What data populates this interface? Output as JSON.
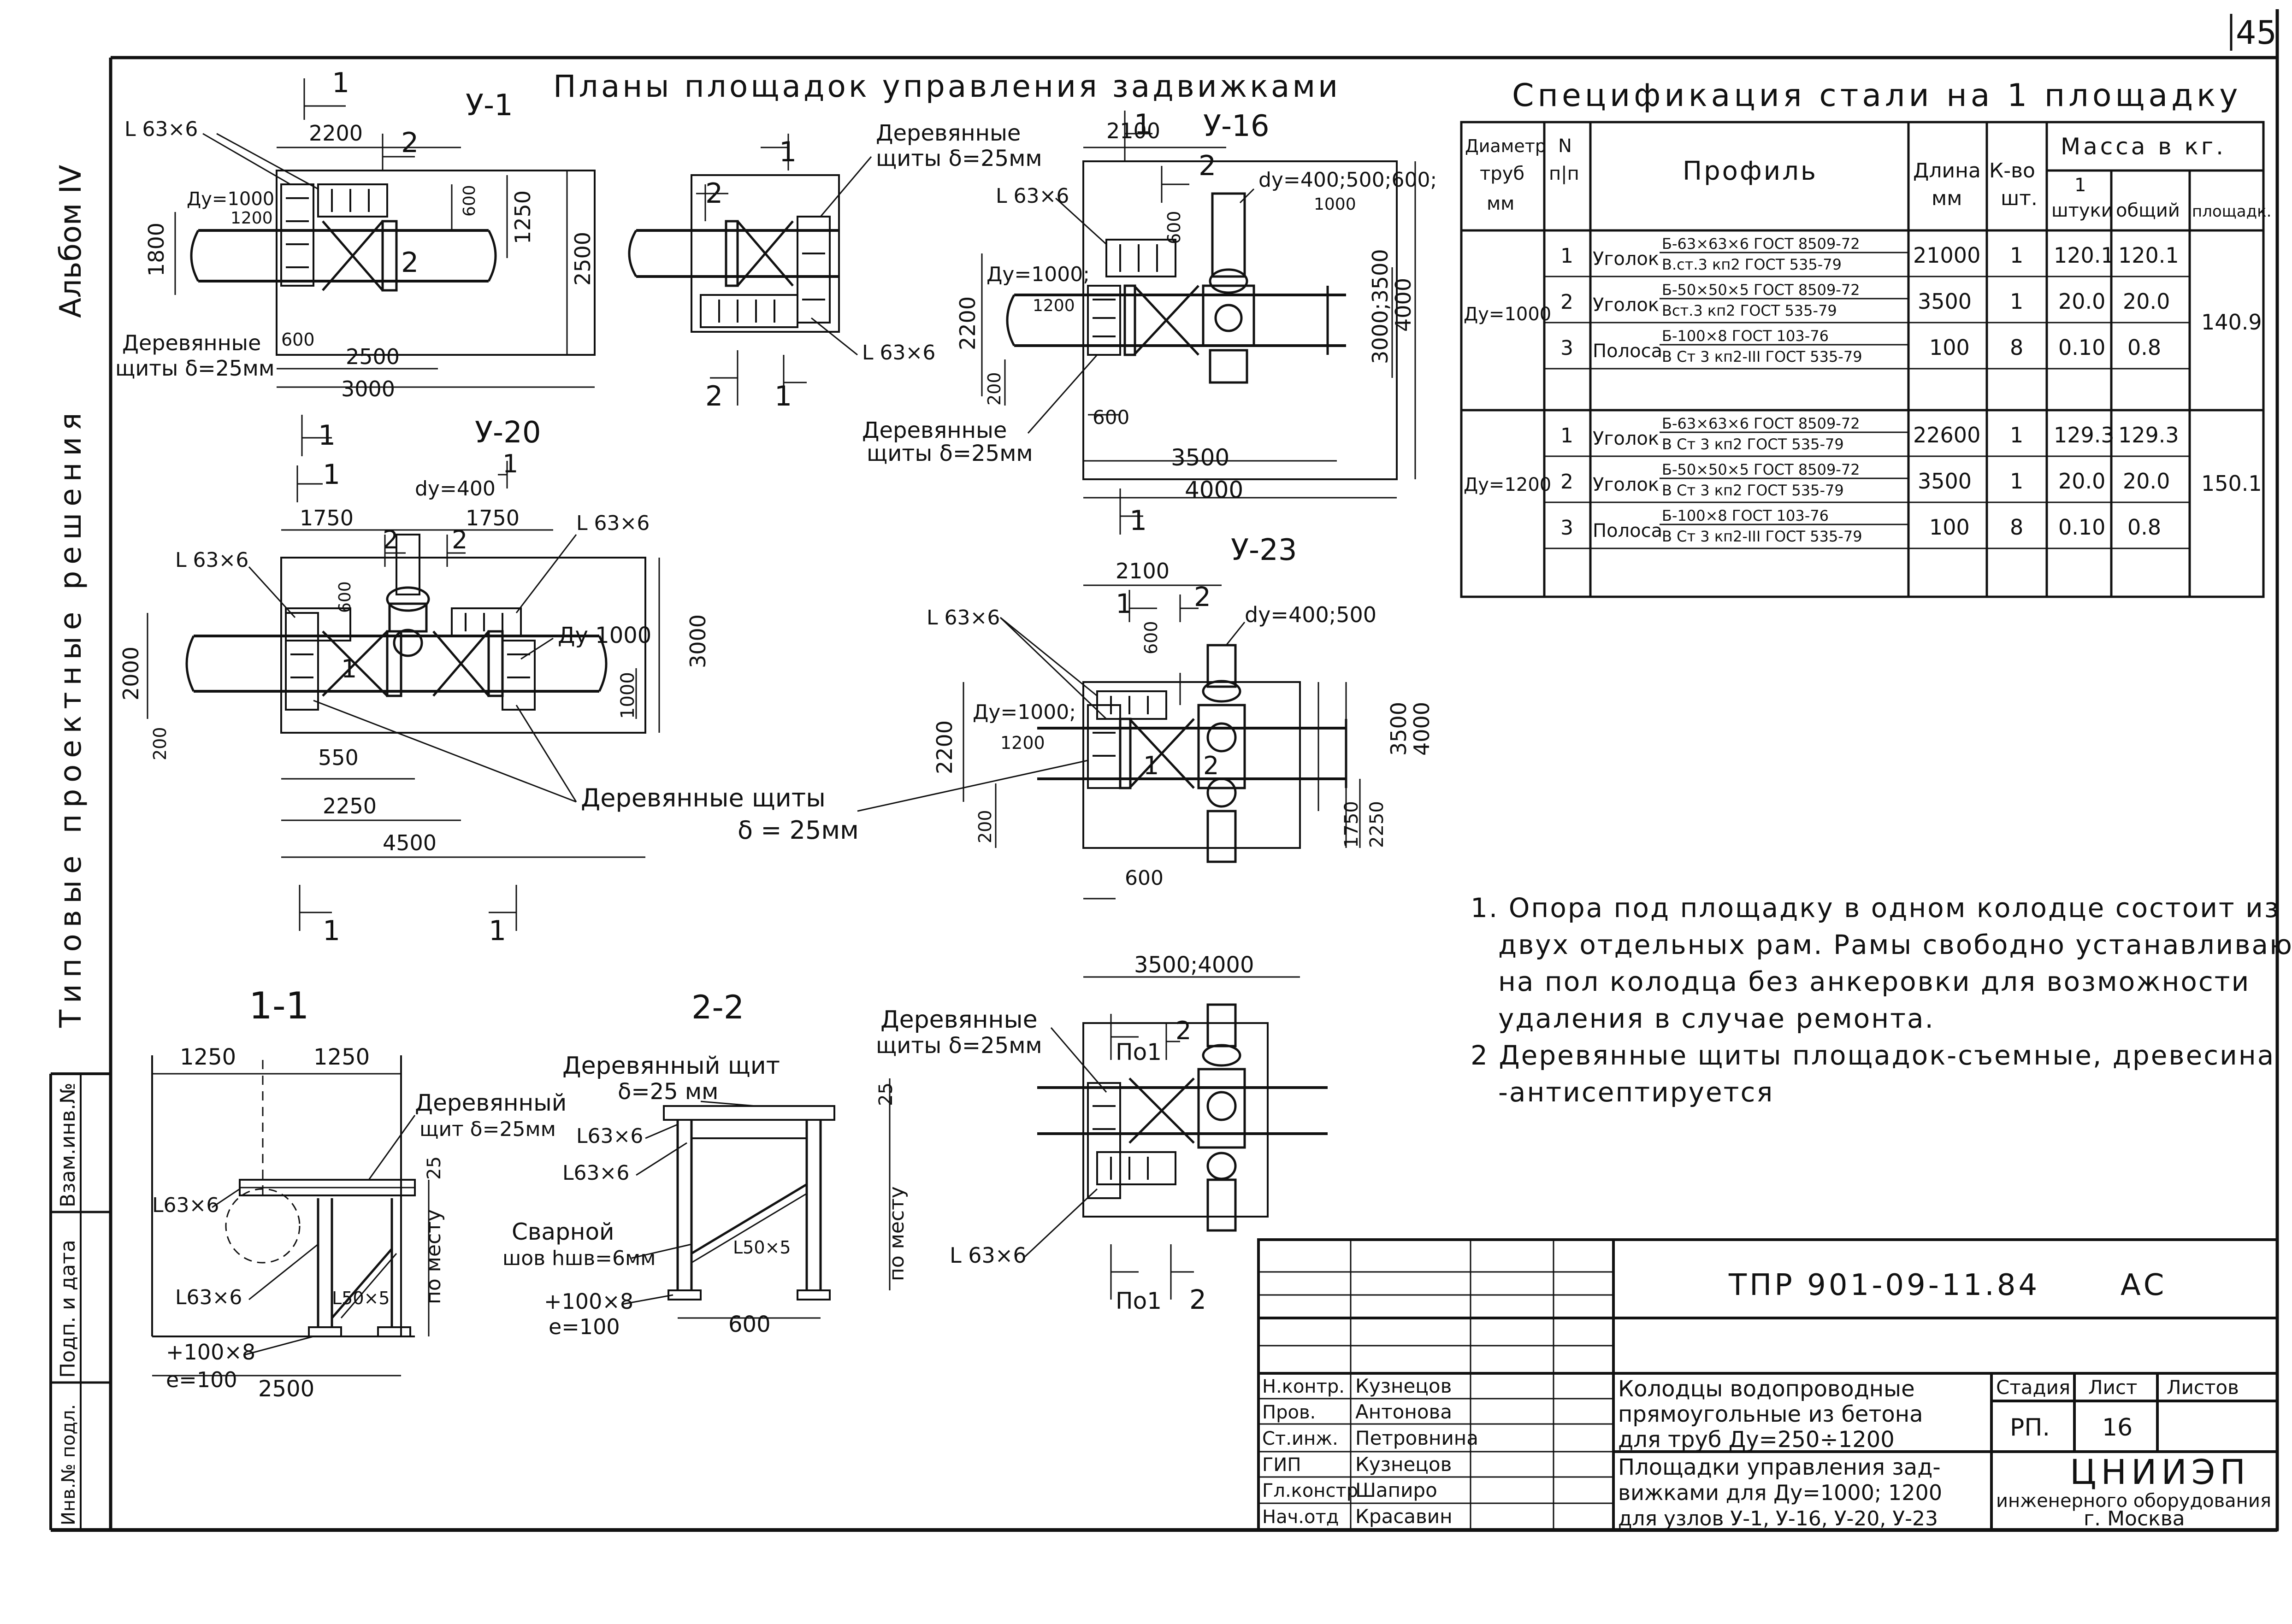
{
  "page_number": "45",
  "side_labels": {
    "album": "Альбом IV",
    "series": "Типовые проектные решения",
    "stamp_1": "Взам.инв.№",
    "stamp_2": "Подп. и дата",
    "stamp_3": "Инв.№ подл."
  },
  "plans": {
    "title": "Планы площадок управления задвижками",
    "u1": {
      "label": "У-1",
      "profile": "L 63×6",
      "du": "Ду=1000",
      "du2": "1200",
      "boards": [
        "Деревянные",
        "щиты δ=25мм"
      ],
      "dims": [
        "2200",
        "600",
        "1250",
        "1800",
        "2500",
        "600",
        "2500",
        "3000"
      ],
      "sections": [
        "1",
        "2",
        "2"
      ]
    },
    "u1_alt": {
      "profile": "L 63×6",
      "boards": [
        "Деревянные",
        "щиты δ=25мм"
      ],
      "sections": [
        "1",
        "2",
        "2",
        "1"
      ]
    },
    "u16": {
      "label": "У-16",
      "du_branch": "dу=400;500;600;",
      "du_branch2": "1000",
      "du": "Ду=1000;",
      "du2": "1200",
      "profile": "L 63×6",
      "boards": [
        "Деревянные",
        "щиты δ=25мм"
      ],
      "dims": [
        "2100",
        "600",
        "2200",
        "200",
        "600",
        "3500",
        "4000",
        "3000;3500",
        "4000"
      ],
      "sections": [
        "1",
        "2",
        "1"
      ]
    },
    "u20": {
      "label": "У-20",
      "du_branch": "dу=400",
      "du": "Ду 1000",
      "profile": "L 63×6",
      "dims": [
        "1750",
        "1750",
        "600",
        "2000",
        "200",
        "3000",
        "1000",
        "550",
        "2250",
        "4500"
      ],
      "sections": [
        "1",
        "1",
        "2",
        "2",
        "1",
        "1",
        "1",
        "1"
      ]
    },
    "u23": {
      "label": "У-23",
      "du_branch": "dу=400;500",
      "du": "Ду=1000;",
      "du2": "1200",
      "profile": "L 63×6",
      "dims": [
        "2100",
        "600",
        "2200",
        "200",
        "3500",
        "4000",
        "1750",
        "2250",
        "600",
        "3500;4000"
      ],
      "sections": [
        "1",
        "2",
        "1",
        "2"
      ]
    },
    "shared_boards_label": [
      "Деревянные щиты",
      "δ = 25мм"
    ],
    "detail_br": {
      "boards": [
        "Деревянные",
        "щиты δ=25мм"
      ],
      "profile": "L 63×6",
      "sections": [
        "По1",
        "2",
        "По1",
        "2"
      ]
    }
  },
  "sections": {
    "s11": {
      "label": "1-1",
      "dims": [
        "1250",
        "1250",
        "25",
        "2500"
      ],
      "board": [
        "Деревянный",
        "щит δ=25мм"
      ],
      "profiles": [
        "L63×6",
        "L63×6",
        "L50×5"
      ],
      "strip": "+100×8",
      "e": "e=100",
      "note": "по месту"
    },
    "s22": {
      "label": "2-2",
      "board": [
        "Деревянный щит",
        "δ=25 мм"
      ],
      "profiles": [
        "L63×6",
        "L63×6",
        "L50×5"
      ],
      "weld": [
        "Сварной",
        "шов hшв=6мм"
      ],
      "strip": "+100×8",
      "e": "e=100",
      "dims": [
        "25",
        "600"
      ],
      "note": "по месту"
    }
  },
  "spec": {
    "title": "Спецификация стали на 1 площадку",
    "headers": {
      "diam": [
        "Диаметр",
        "труб",
        "мм"
      ],
      "n": [
        "N",
        "п|п"
      ],
      "profile": "Профиль",
      "length": [
        "Длина",
        "мм"
      ],
      "qty": [
        "К-во",
        "шт."
      ],
      "mass": "Масса в кг.",
      "one": [
        "1",
        "штуки"
      ],
      "total": "общий",
      "platform": "площадк."
    },
    "groups": [
      {
        "diam": "Ду=1000",
        "platform": "140.9",
        "rows": [
          {
            "n": "1",
            "type": "Уголок",
            "prof_top": "Б-63×63×6 ГОСТ 8509-72",
            "prof_bot": "В.ст.3 кп2 ГОСТ 535-79",
            "len": "21000",
            "qty": "1",
            "unit": "120.1",
            "total": "120.1"
          },
          {
            "n": "2",
            "type": "Уголок",
            "prof_top": "Б-50×50×5 ГОСТ 8509-72",
            "prof_bot": "Вст.3 кп2 ГОСТ 535-79",
            "len": "3500",
            "qty": "1",
            "unit": "20.0",
            "total": "20.0"
          },
          {
            "n": "3",
            "type": "Полоса",
            "prof_top": "Б-100×8 ГОСТ 103-76",
            "prof_bot": "В Ст 3 кп2-III ГОСТ 535-79",
            "len": "100",
            "qty": "8",
            "unit": "0.10",
            "total": "0.8"
          }
        ]
      },
      {
        "diam": "Ду=1200",
        "platform": "150.1",
        "rows": [
          {
            "n": "1",
            "type": "Уголок",
            "prof_top": "Б-63×63×6 ГОСТ 8509-72",
            "prof_bot": "В Ст 3 кп2 ГОСТ 535-79",
            "len": "22600",
            "qty": "1",
            "unit": "129.3",
            "total": "129.3"
          },
          {
            "n": "2",
            "type": "Уголок",
            "prof_top": "Б-50×50×5 ГОСТ 8509-72",
            "prof_bot": "В Ст 3 кп2 ГОСТ 535-79",
            "len": "3500",
            "qty": "1",
            "unit": "20.0",
            "total": "20.0"
          },
          {
            "n": "3",
            "type": "Полоса",
            "prof_top": "Б-100×8 ГОСТ 103-76",
            "prof_bot": "В Ст 3 кп2-III ГОСТ 535-79",
            "len": "100",
            "qty": "8",
            "unit": "0.10",
            "total": "0.8"
          }
        ]
      }
    ]
  },
  "notes": [
    [
      "1. Опора под площадку в одном колодце состоит из",
      "двух отдельных рам. Рамы свободно устанавливаются",
      "на пол колодца без анкеровки для возможности",
      "удаления в случае ремонта."
    ],
    [
      "2 Деревянные щиты площадок-съемные, древесина",
      "-антисептируется"
    ]
  ],
  "title_block": {
    "code": "ТПР 901-09-11.84",
    "mark": "АС",
    "roles": [
      "Н.контр.",
      "Пров.",
      "Ст.инж.",
      "ГИП",
      "Гл.констр",
      "Нач.отд"
    ],
    "names": [
      "Кузнецов",
      "Антонова",
      "Петровнина",
      "Кузнецов",
      "Шапиро",
      "Красавин"
    ],
    "project_title": [
      "Колодцы водопроводные",
      "прямоугольные из бетона",
      "для труб Ду=250÷1200"
    ],
    "sheet_title": [
      "Площадки управления зад-",
      "вижками для Ду=1000; 1200",
      "для узлов У-1, У-16, У-20, У-23"
    ],
    "stage_label": "Стадия",
    "sheet_label": "Лист",
    "sheets_label": "Листов",
    "stage": "РП.",
    "sheet": "16",
    "org": [
      "ЦНИИЭП",
      "инженерного оборудования",
      "г. Москва"
    ]
  }
}
